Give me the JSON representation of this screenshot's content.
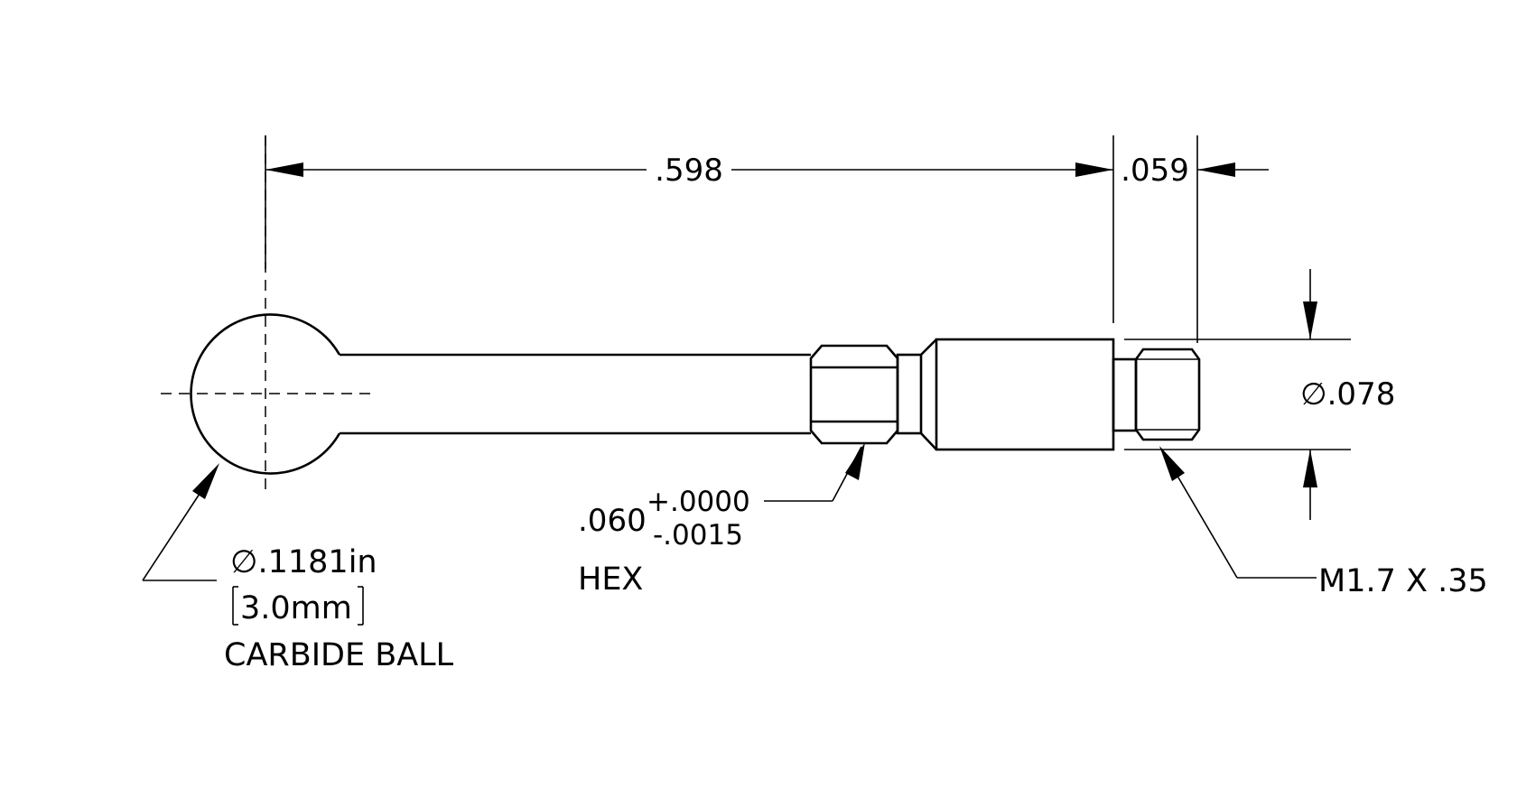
{
  "dimensions": {
    "overall_length": ".598",
    "thread_length": ".059",
    "thread_diameter": ".078",
    "diameter_symbol": "∅"
  },
  "hex_callout": {
    "nominal": ".060",
    "upper_tolerance": "+.0000",
    "lower_tolerance": "-.0015",
    "label": "HEX"
  },
  "ball_callout": {
    "diameter_inch": ".1181in",
    "diameter_metric": "3.0mm",
    "description": "CARBIDE BALL"
  },
  "thread_callout": {
    "spec": "M1.7 X .35"
  }
}
